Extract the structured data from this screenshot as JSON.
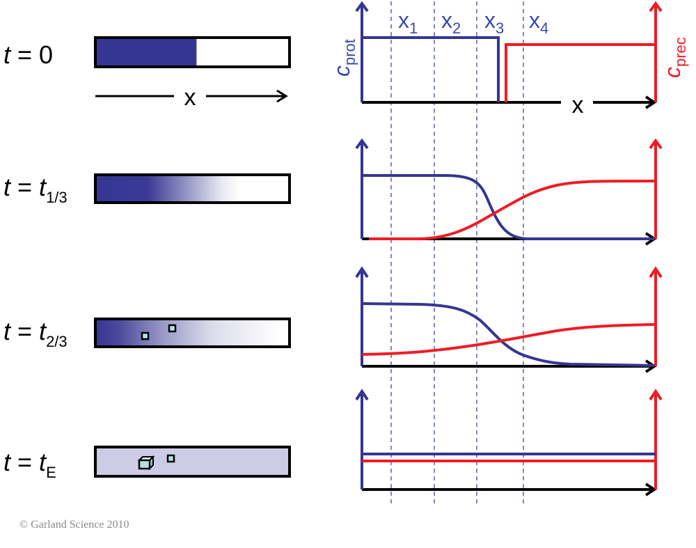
{
  "colors": {
    "protein": "#353594",
    "precipitant": "#ee1c25",
    "axis": "#000000",
    "crystal_fill": "#b8e0e0",
    "equilibrium_bar": "#ccccE6",
    "dashed_line": "#3a4aa8"
  },
  "rows": [
    {
      "t_prefix": "t",
      "equals": " = ",
      "value": "0",
      "value_italic": false,
      "sub": ""
    },
    {
      "t_prefix": "t",
      "equals": " = ",
      "value": "t",
      "value_italic": true,
      "sub": "1/3"
    },
    {
      "t_prefix": "t",
      "equals": " = ",
      "value": "t",
      "value_italic": true,
      "sub": "2/3"
    },
    {
      "t_prefix": "t",
      "equals": " = ",
      "value": "t",
      "value_italic": true,
      "sub": "E"
    }
  ],
  "bar_axis_label": "x",
  "plot_labels": {
    "left_axis_main": "c",
    "left_axis_sub": "prot",
    "right_axis_main": "c",
    "right_axis_sub": "prec",
    "x_axis": "x",
    "positions": [
      {
        "main": "x",
        "sub": "1"
      },
      {
        "main": "x",
        "sub": "2"
      },
      {
        "main": "x",
        "sub": "3"
      },
      {
        "main": "x",
        "sub": "4"
      }
    ]
  },
  "copyright": "© Garland Science 2010",
  "chart_data": [
    {
      "type": "line",
      "title": "t = 0",
      "x": [
        0,
        0.1,
        0.25,
        0.4,
        0.46,
        0.49,
        0.55,
        0.7,
        0.85,
        1.0
      ],
      "series": [
        {
          "name": "c_prot",
          "values": [
            1,
            1,
            1,
            1,
            1,
            0,
            0,
            0,
            0,
            0
          ]
        },
        {
          "name": "c_prec",
          "values": [
            0,
            0,
            0,
            0,
            0,
            0.85,
            0.85,
            0.85,
            0.85,
            0.85
          ]
        }
      ],
      "xlabel": "x",
      "ylabel_left": "c_prot",
      "ylabel_right": "c_prec"
    },
    {
      "type": "line",
      "title": "t = t1/3",
      "x": [
        0,
        0.1,
        0.25,
        0.4,
        0.46,
        0.55,
        0.7,
        0.85,
        1.0
      ],
      "series": [
        {
          "name": "c_prot",
          "values": [
            0.9,
            0.9,
            0.89,
            0.82,
            0.45,
            0.02,
            0.0,
            0.0,
            0.0
          ]
        },
        {
          "name": "c_prec",
          "values": [
            0.0,
            0.0,
            0.03,
            0.2,
            0.38,
            0.55,
            0.75,
            0.8,
            0.8
          ]
        }
      ],
      "xlabel": "x",
      "ylabel_left": "c_prot",
      "ylabel_right": "c_prec"
    },
    {
      "type": "line",
      "title": "t = t2/3",
      "x": [
        0,
        0.1,
        0.25,
        0.4,
        0.46,
        0.55,
        0.7,
        0.85,
        1.0
      ],
      "series": [
        {
          "name": "c_prot",
          "values": [
            0.72,
            0.71,
            0.69,
            0.58,
            0.35,
            0.14,
            0.02,
            0.0,
            0.0
          ]
        },
        {
          "name": "c_prec",
          "values": [
            0.13,
            0.14,
            0.17,
            0.26,
            0.3,
            0.35,
            0.42,
            0.45,
            0.46
          ]
        }
      ],
      "xlabel": "x",
      "ylabel_left": "c_prot",
      "ylabel_right": "c_prec"
    },
    {
      "type": "line",
      "title": "t = tE",
      "x": [
        0,
        1.0
      ],
      "series": [
        {
          "name": "c_prot",
          "values": [
            0.42,
            0.42
          ]
        },
        {
          "name": "c_prec",
          "values": [
            0.35,
            0.35
          ]
        }
      ],
      "xlabel": "x",
      "ylabel_left": "c_prot",
      "ylabel_right": "c_prec"
    }
  ]
}
